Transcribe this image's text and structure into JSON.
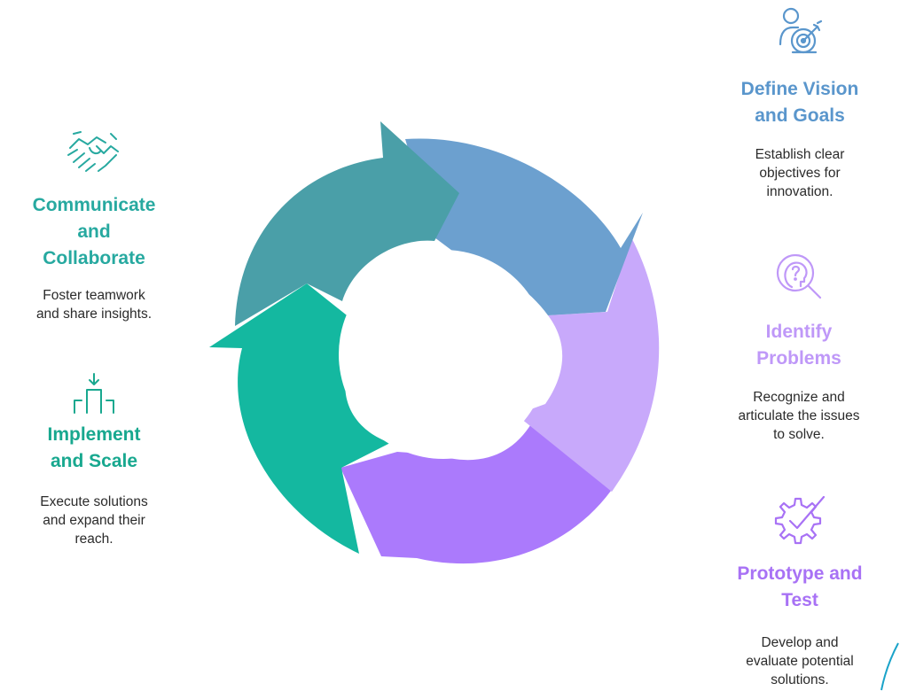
{
  "colors": {
    "teal_dark": "#4a9fa8",
    "blue": "#6ca0cf",
    "lavender": "#c8a9fb",
    "purple": "#ab7afc",
    "green": "#14b8a0",
    "title_blue": "#5a96cc",
    "title_lavender": "#bf98f8",
    "title_purple": "#a872f5",
    "title_teal": "#27a9a0",
    "title_green": "#18a88f"
  },
  "steps": {
    "define": {
      "title_line1": "Define Vision",
      "title_line2": "and Goals",
      "desc_line1": "Establish clear",
      "desc_line2": "objectives for",
      "desc_line3": "innovation.",
      "icon": "person-target-icon"
    },
    "identify": {
      "title_line1": "Identify",
      "title_line2": "Problems",
      "desc_line1": "Recognize and",
      "desc_line2": "articulate the issues",
      "desc_line3": "to solve.",
      "icon": "head-question-search-icon"
    },
    "prototype": {
      "title_line1": "Prototype and",
      "title_line2": "Test",
      "desc_line1": "Develop and",
      "desc_line2": "evaluate potential",
      "desc_line3": "solutions.",
      "icon": "gear-check-icon"
    },
    "communicate": {
      "title_line1": "Communicate",
      "title_line2": "and",
      "title_line3": "Collaborate",
      "desc_line1": "Foster teamwork",
      "desc_line2": "and share insights.",
      "icon": "handshake-icon"
    },
    "implement": {
      "title_line1": "Implement",
      "title_line2": "and Scale",
      "desc_line1": "Execute solutions",
      "desc_line2": "and expand their",
      "desc_line3": "reach.",
      "icon": "deploy-scale-icon"
    }
  }
}
